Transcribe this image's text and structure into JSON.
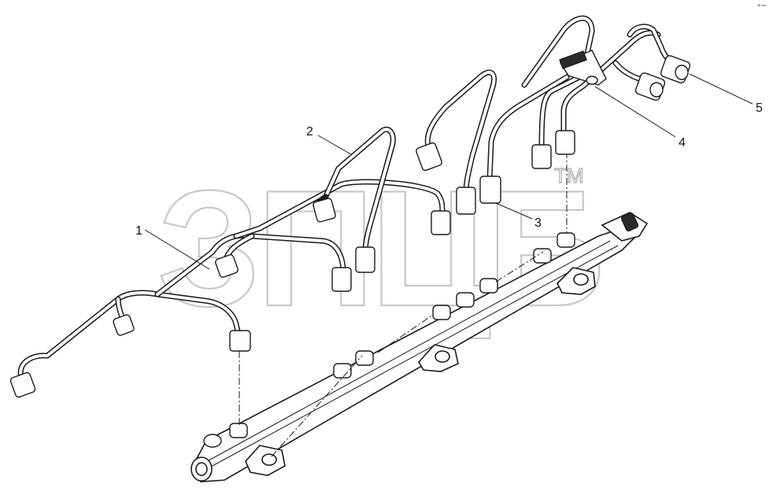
{
  "diagram": {
    "watermark_text": "ЗПЦБ",
    "watermark_tm": "TM",
    "corner_mark": "ᵃᴮ ᵇᵈᵃ",
    "callouts": [
      {
        "id": "1",
        "label": "1"
      },
      {
        "id": "2",
        "label": "2"
      },
      {
        "id": "3",
        "label": "3"
      },
      {
        "id": "4",
        "label": "4"
      },
      {
        "id": "5",
        "label": "5"
      }
    ]
  }
}
